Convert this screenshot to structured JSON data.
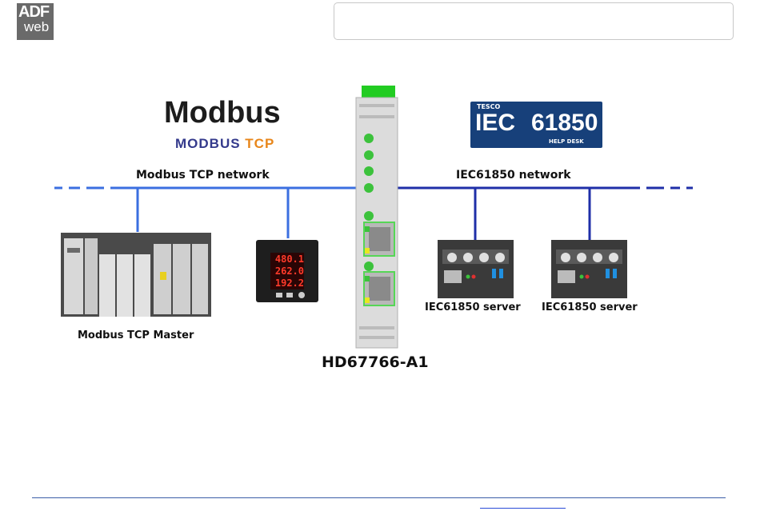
{
  "header": {
    "logo_top": "ADF",
    "logo_bottom": "web",
    "search_value": ""
  },
  "diagram": {
    "modbus_logo": {
      "title": "Modbus",
      "sub_dark": "MODBUS",
      "sub_orange": "TCP"
    },
    "iec_logo": {
      "tesco": "TESCO",
      "iec": "IEC",
      "number": "61850",
      "help": "HELP DESK"
    },
    "left_network_label": "Modbus TCP network",
    "right_network_label": "IEC61850 network",
    "master_caption": "Modbus TCP Master",
    "meter_readings": [
      "480.1",
      "262.0",
      "192.2"
    ],
    "server_captions": [
      "IEC61850 server",
      "IEC61850 server"
    ],
    "device_name": "HD67766-A1"
  },
  "colors": {
    "network_line": "#3b6fe0",
    "network_dark": "#1f2fa8",
    "device_led": "#3cc23c",
    "connector": "#22cc22"
  }
}
